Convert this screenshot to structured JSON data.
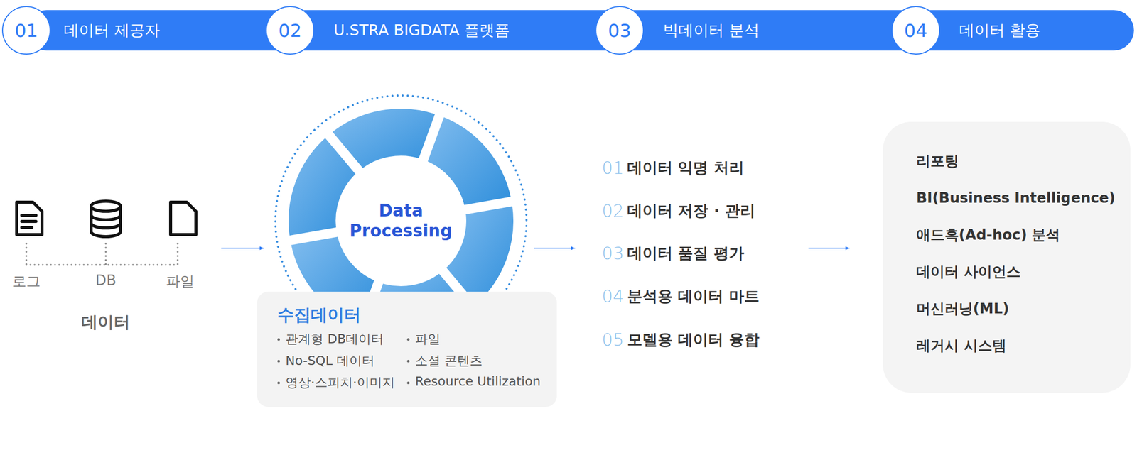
{
  "diagram": {
    "nodes": [
      {
        "text": [
          "01",
          "데이터 제공자"
        ]
      },
      {
        "text": [
          "02",
          "U.STRA BIGDATA 플랫폼"
        ]
      },
      {
        "text": [
          "03",
          "빅데이터 분석"
        ]
      },
      {
        "text": [
          "04",
          "데이터 활용"
        ]
      },
      {
        "text": [
          "Data Processing"
        ]
      },
      {
        "text": [
          "수집데이터",
          "관계형 DB데이터",
          "파일",
          "No-SQL 데이터",
          "소셜 콘텐츠",
          "영상·스피치·이미지",
          "Resource Utilization"
        ]
      },
      {
        "text": [
          "리포팅",
          "BI(Business Intelligence)",
          "애드혹(Ad-hoc) 분석",
          "데이터 사이언스",
          "머신러닝(ML)",
          "레거시 시스템"
        ]
      }
    ],
    "labels": [
      "로그",
      "DB",
      "파일",
      "데이터",
      "01",
      "데이터 익명 처리",
      "02",
      "데이터 저장 · 관리",
      "03",
      "데이터 품질 평가",
      "04",
      "분석용 데이터 마트",
      "05",
      "모델용 데이터 융합"
    ]
  }
}
